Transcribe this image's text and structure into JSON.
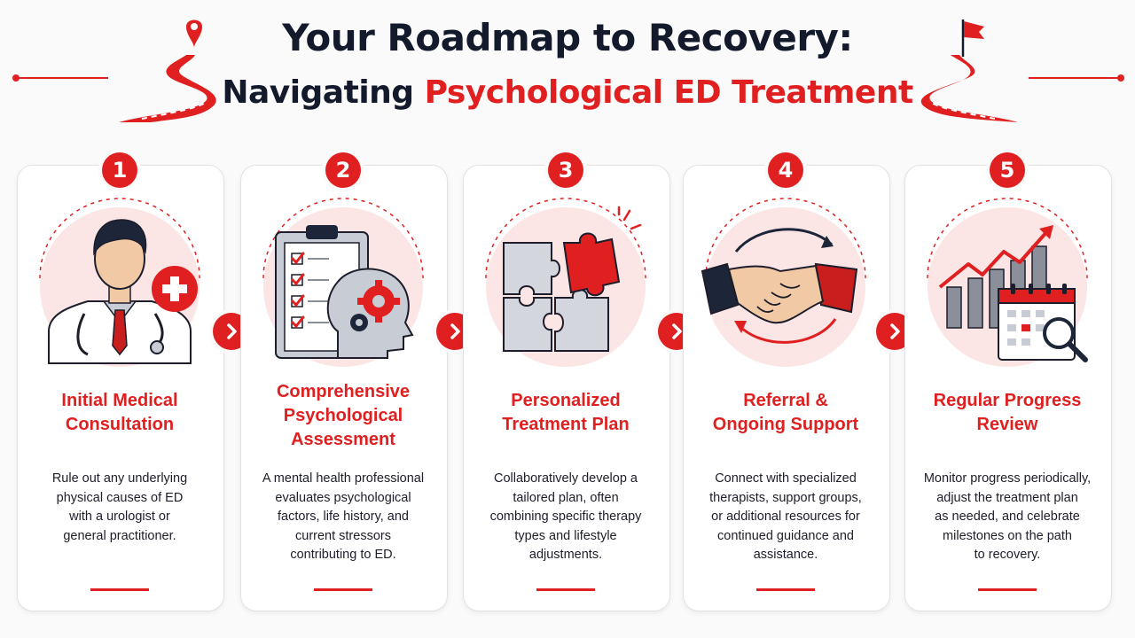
{
  "header": {
    "title_line1": "Your Roadmap to Recovery:",
    "title_line2_prefix": "Navigating ",
    "title_line2_accent": "Psychological ED Treatment"
  },
  "colors": {
    "accent": "#e02020",
    "navy": "#121a2c",
    "text": "#1d1d2b"
  },
  "steps": [
    {
      "number": "1",
      "title_lines": [
        "Initial Medical",
        "Consultation"
      ],
      "description_lines": [
        "Rule out any underlying",
        "physical causes of ED",
        "with a urologist or",
        "general practitioner."
      ],
      "icon": "doctor-icon"
    },
    {
      "number": "2",
      "title_lines": [
        "Comprehensive",
        "Psychological",
        "Assessment"
      ],
      "description_lines": [
        "A mental health professional",
        "evaluates psychological",
        "factors, life history, and",
        "current stressors",
        "contributing to ED."
      ],
      "icon": "clipboard-head-gears-icon"
    },
    {
      "number": "3",
      "title_lines": [
        "Personalized",
        "Treatment Plan"
      ],
      "description_lines": [
        "Collaboratively develop a",
        "tailored plan, often",
        "combining specific therapy",
        "types and lifestyle",
        "adjustments."
      ],
      "icon": "puzzle-icon"
    },
    {
      "number": "4",
      "title_lines": [
        "Referral &",
        "Ongoing Support"
      ],
      "description_lines": [
        "Connect with specialized",
        "therapists, support groups,",
        "or additional resources for",
        "continued guidance and",
        "assistance."
      ],
      "icon": "handshake-icon"
    },
    {
      "number": "5",
      "title_lines": [
        "Regular Progress",
        "Review"
      ],
      "description_lines": [
        "Monitor progress periodically,",
        "adjust the treatment plan",
        "as needed, and celebrate",
        "milestones on the path",
        "to recovery."
      ],
      "icon": "calendar-growth-chart-icon"
    }
  ],
  "arrow_icon": "chevron-right-icon"
}
